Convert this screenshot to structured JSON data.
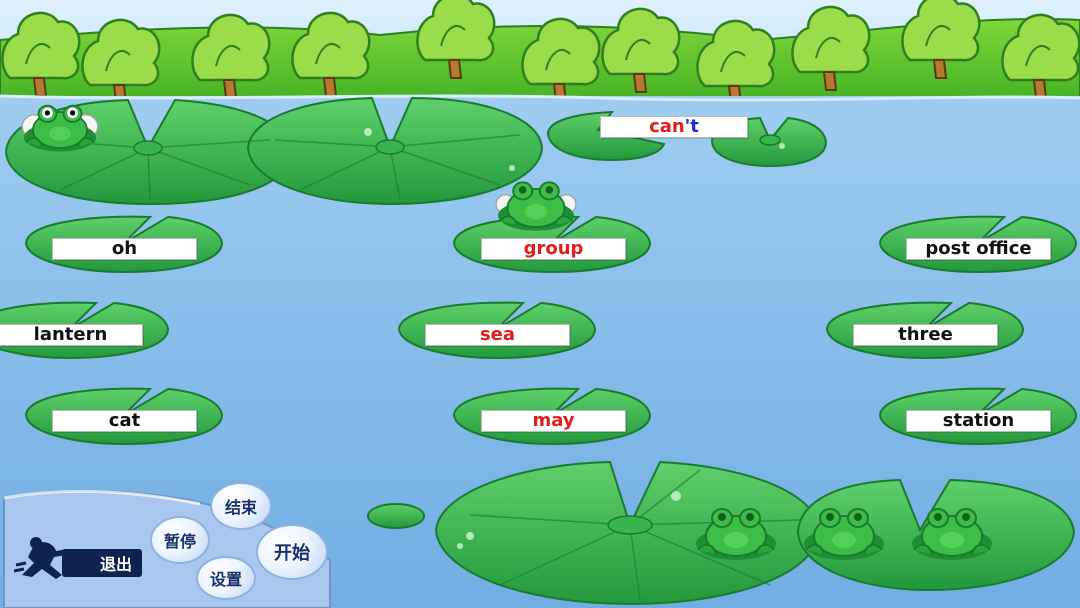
{
  "target_word": {
    "parts": [
      {
        "text": "can",
        "color": "#e31b1b"
      },
      {
        "text": "'",
        "color": "#1d2bd6"
      },
      {
        "text": "t",
        "color": "#1d2bd6"
      }
    ]
  },
  "words": [
    {
      "text": "oh",
      "color": "#111111"
    },
    {
      "text": "group",
      "color": "#e31b1b"
    },
    {
      "text": "post office",
      "color": "#111111"
    },
    {
      "text": "lantern",
      "color": "#111111"
    },
    {
      "text": "sea",
      "color": "#e31b1b"
    },
    {
      "text": "three",
      "color": "#111111"
    },
    {
      "text": "cat",
      "color": "#111111"
    },
    {
      "text": "may",
      "color": "#e31b1b"
    },
    {
      "text": "station",
      "color": "#111111"
    }
  ],
  "controls": {
    "exit": "退出",
    "pause": "暂停",
    "end": "结束",
    "start": "开始",
    "settings": "设置"
  },
  "colors": {
    "water": "#8fc3ee",
    "sky": "#cfe8fb",
    "grass": "#5cc12a",
    "lily_pad": "#2ea84a",
    "frog": "#2aa53a",
    "accent_red": "#e31b1b",
    "accent_blue": "#1d2bd6"
  }
}
